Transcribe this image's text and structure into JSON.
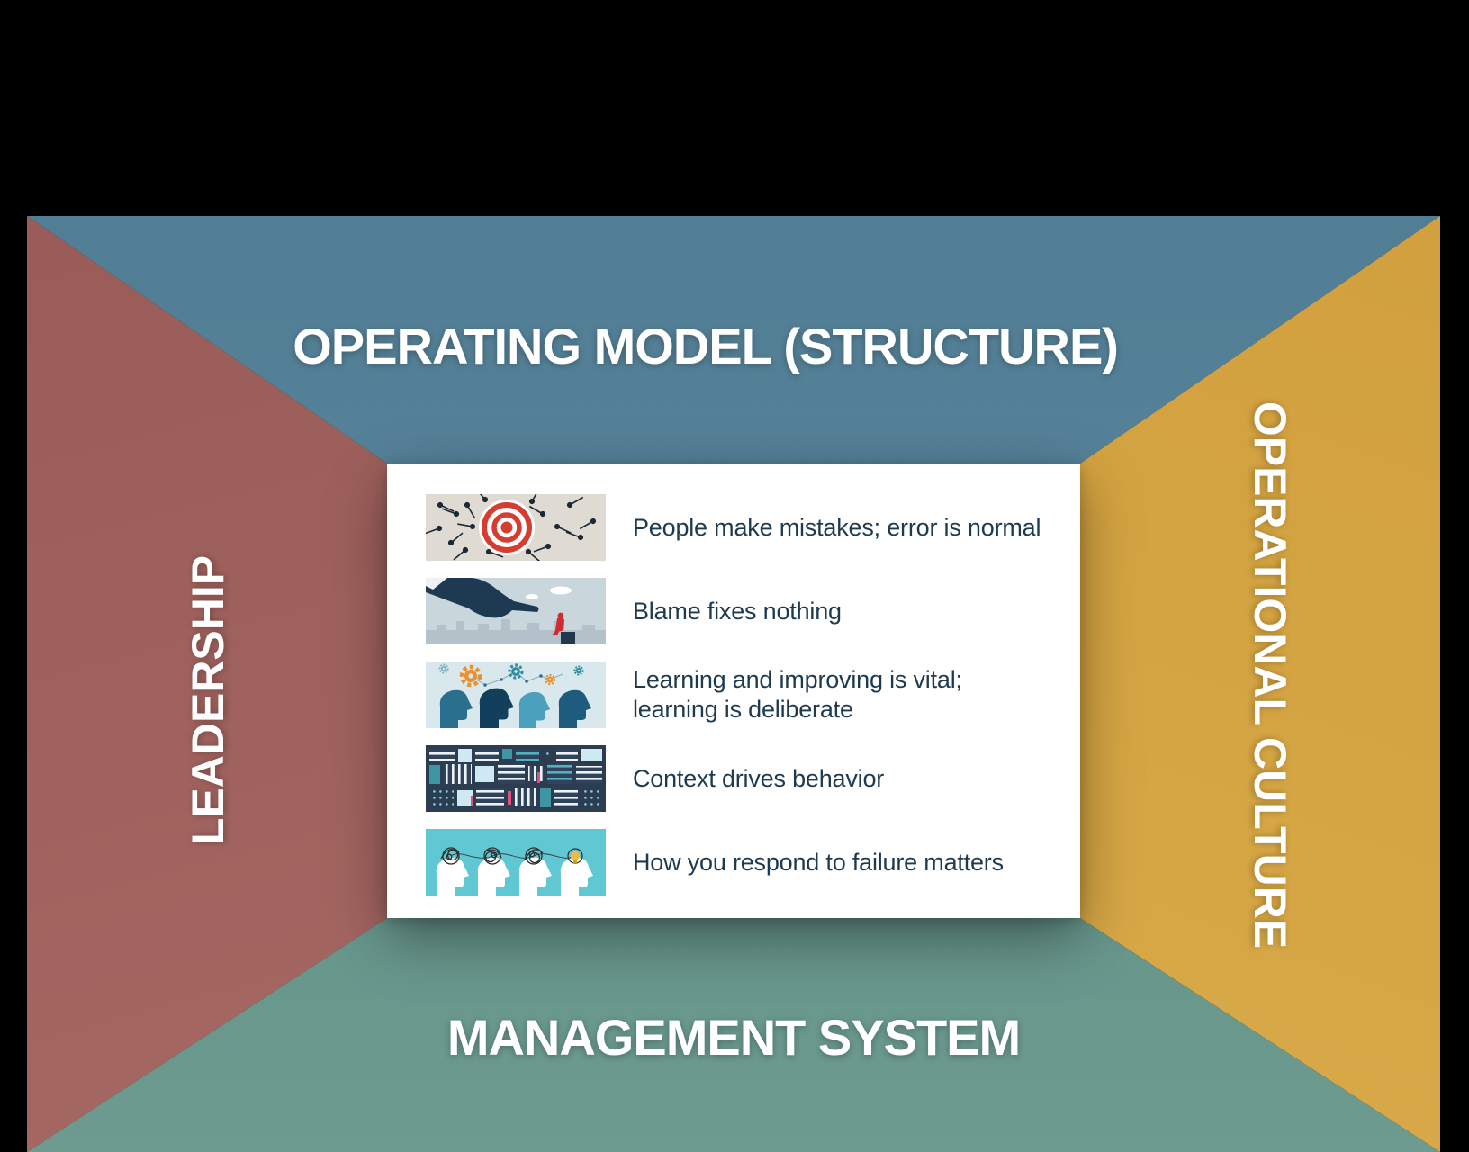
{
  "facets": {
    "top": {
      "label": "OPERATING MODEL (STRUCTURE)",
      "color": "#527e95"
    },
    "left": {
      "label": "LEADERSHIP",
      "color": "#a0625e"
    },
    "right": {
      "label": "OPERATIONAL CULTURE",
      "color": "#d6a644"
    },
    "bottom": {
      "label": "MANAGEMENT SYSTEM",
      "color": "#639289"
    }
  },
  "panel": {
    "rows": [
      {
        "image": "darts-missing-target",
        "text": "People make mistakes; error is normal"
      },
      {
        "image": "pointing-hand-blame",
        "text": "Blame fixes nothing"
      },
      {
        "image": "heads-and-gears-learning",
        "text": "Learning and improving is vital;\nlearning is deliberate"
      },
      {
        "image": "abstract-context-mosaic",
        "text": "Context drives behavior"
      },
      {
        "image": "tangled-minds-lightbulb",
        "text": "How you respond to failure matters"
      }
    ]
  },
  "colors": {
    "bg": "#000000",
    "blue": "#527e95",
    "maroon": "#a0625e",
    "gold": "#d6a644",
    "teal": "#639289",
    "ink": "#1d3a50",
    "white": "#ffffff"
  }
}
